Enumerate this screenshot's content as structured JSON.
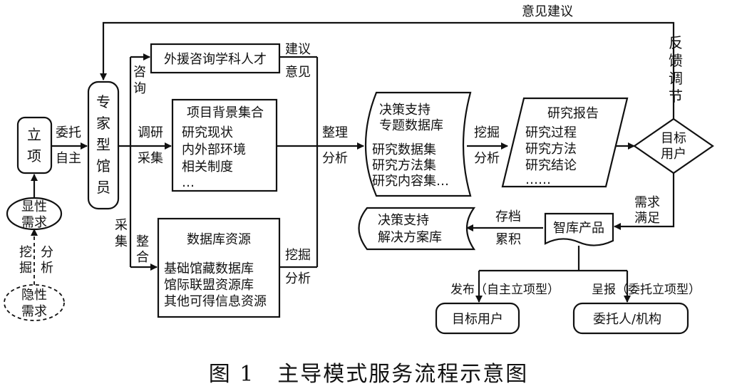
{
  "nodes": {
    "lixiang": [
      "立",
      "项"
    ],
    "xianxing": [
      "显性",
      "需求"
    ],
    "yinxing": [
      "隐性",
      "需求"
    ],
    "expert": [
      "专",
      "家",
      "型",
      "馆",
      "员"
    ],
    "waiyuan": "外援咨询学科人才",
    "xiangmu": {
      "title": "项目背景集合",
      "lines": [
        "研究现状",
        "内外部环境",
        "相关制度",
        "…"
      ]
    },
    "shujuku": {
      "title": "数据库资源",
      "lines": [
        "基础馆藏数据库",
        "馆际联盟资源库",
        "其他可得信息资源"
      ]
    },
    "juece_db": {
      "title": [
        "决策支持",
        "专题数据库"
      ],
      "lines": [
        "研究数据集",
        "研究方法集",
        "研究内容集…"
      ]
    },
    "report": {
      "title": "研究报告",
      "lines": [
        "研究过程",
        "研究方法",
        "研究结论",
        "……"
      ]
    },
    "mubiao_diamond": [
      "目标",
      "用户"
    ],
    "zhiku": "智库产品",
    "juece_plan": [
      "决策支持",
      "解决方案库"
    ],
    "mubiao_user": "目标用户",
    "weituo_org": "委托人/机构"
  },
  "labels": {
    "yijian_jianyi": "意见建议",
    "fankui": [
      "反",
      "馈",
      "调",
      "节"
    ],
    "weituo": "委托",
    "zizhu": "自主",
    "wajue_v": [
      "挖",
      "掘"
    ],
    "fenxi_v": [
      "分",
      "析"
    ],
    "zixun": [
      "咨",
      "询"
    ],
    "diaoyan": "调研",
    "caiji_mid": "采集",
    "caiji_v": [
      "采",
      "集"
    ],
    "zhenghe": [
      "整",
      "合"
    ],
    "jianyi": "建议",
    "yijian": "意见",
    "zhengli": "整理",
    "fenxi_1": "分析",
    "wajue_2": "挖掘",
    "fenxi_2": "分析",
    "wajue_1": "挖掘",
    "fenxi_3": "分析",
    "xuqiu_manzu": [
      "需求",
      "满足"
    ],
    "cundang": "存档",
    "leiji": "累积",
    "fabu": "发布（自主立项型）",
    "chengbao": "呈报（委托立项型）"
  },
  "caption": "图 1　主导模式服务流程示意图"
}
